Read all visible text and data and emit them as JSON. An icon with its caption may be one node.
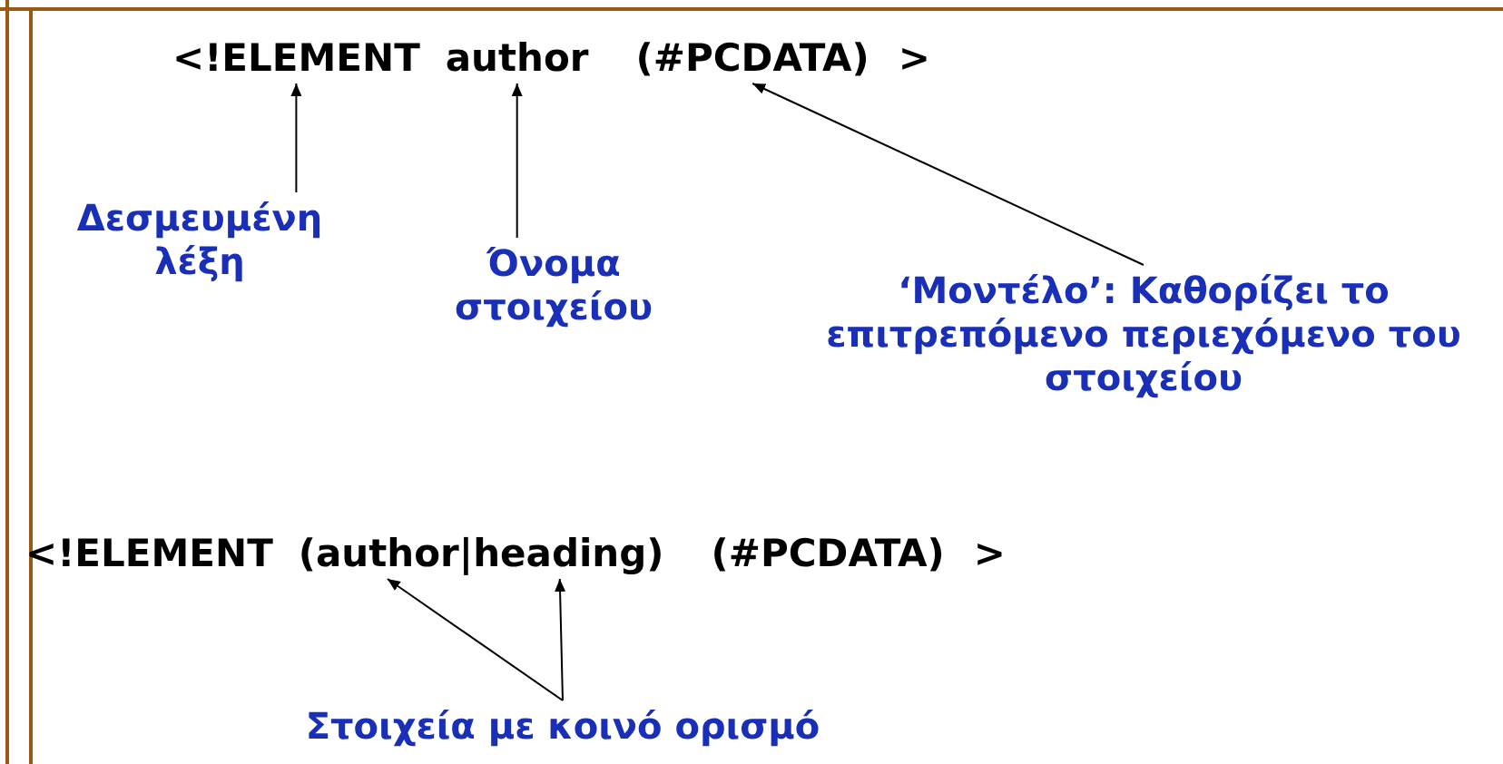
{
  "diagram": {
    "nodes": [
      {
        "text": [
          "<!ELEMENT"
        ]
      },
      {
        "text": [
          "author"
        ]
      },
      {
        "text": [
          "(#PCDATA)"
        ]
      },
      {
        "text": [
          "Δεσμευμένη λέξη"
        ]
      },
      {
        "text": [
          "Όνομα στοιχείου"
        ]
      },
      {
        "text": [
          "‘Μοντέλο’: Καθορίζει το επιτρεπόμενο περιεχόμενο του στοιχείου"
        ]
      },
      {
        "text": [
          "author"
        ]
      },
      {
        "text": [
          "heading"
        ]
      },
      {
        "text": [
          "Στοιχεία με κοινό ορισμό"
        ]
      }
    ],
    "edges": [
      {
        "from": 3,
        "to": 0,
        "arrow": "to"
      },
      {
        "from": 4,
        "to": 1,
        "arrow": "to"
      },
      {
        "from": 5,
        "to": 2,
        "arrow": "to"
      },
      {
        "from": 8,
        "to": 6,
        "arrow": "to"
      },
      {
        "from": 8,
        "to": 7,
        "arrow": "to"
      }
    ],
    "labels": [
      ">",
      "<!ELEMENT",
      "(",
      "|",
      ")",
      "(#PCDATA)",
      ">"
    ]
  }
}
